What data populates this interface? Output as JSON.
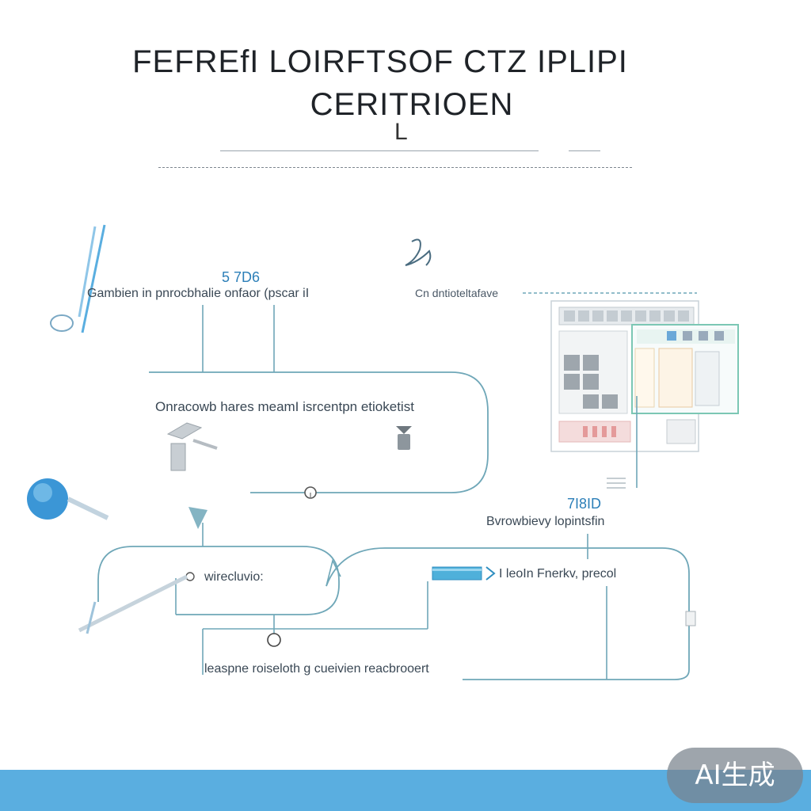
{
  "header": {
    "title_line1": "FEFREfI LOIRFTSOF CTZ IPLIPI",
    "title_line2": "CERITRIOEN",
    "title_mark": "L"
  },
  "top_flow": {
    "numbers": "5   7D6",
    "left_label": "Gambien in pnrocbhalie onfaor (pscar iI",
    "right_label": "Cn dntioteltafave"
  },
  "middle_box": {
    "label": "Onracowb hares meamI isrcentpn etioketist"
  },
  "right_section": {
    "number": "7I8ID",
    "label": "Bvrowbievy lopintsfin",
    "process_label": "I leoIn Fnerkv, precol"
  },
  "bottom_section": {
    "wire_label": "wirecluvio:",
    "caption": "leaspne roiseloth g cueivien reacbrooert"
  },
  "badge": {
    "label": "AI生成"
  },
  "colors": {
    "accent": "#5aaee0",
    "line": "#6fa7b8",
    "badge": "#78828c"
  }
}
